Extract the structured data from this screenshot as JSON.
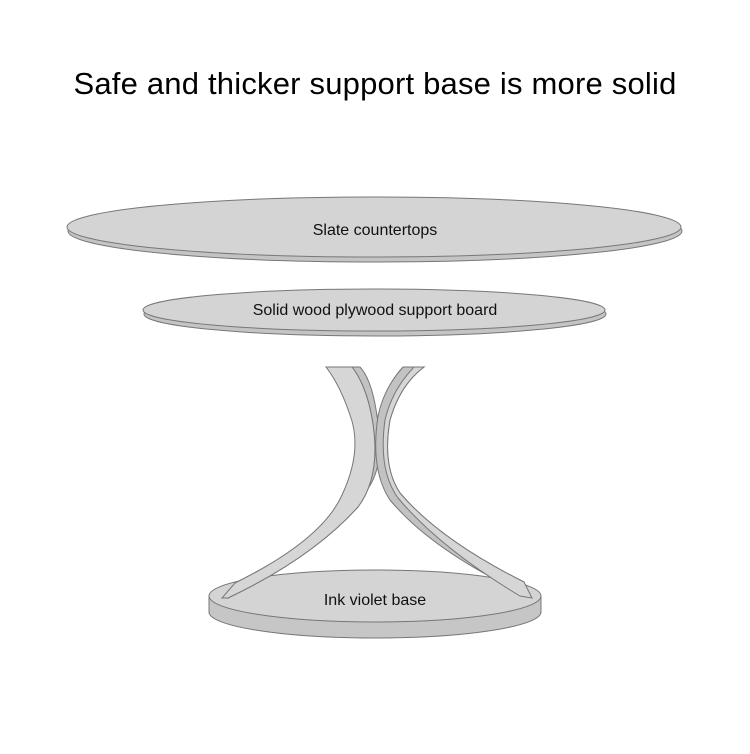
{
  "title": "Safe and thicker support base is more solid",
  "colors": {
    "fill": "#d3d3d3",
    "rim": "#c2c2c2",
    "stroke": "#777777",
    "text": "#111111",
    "background": "#ffffff"
  },
  "parts": {
    "countertop": {
      "label": "Slate countertops"
    },
    "support_board": {
      "label": "Solid wood plywood support board"
    },
    "base": {
      "label": "Ink violet base"
    }
  }
}
